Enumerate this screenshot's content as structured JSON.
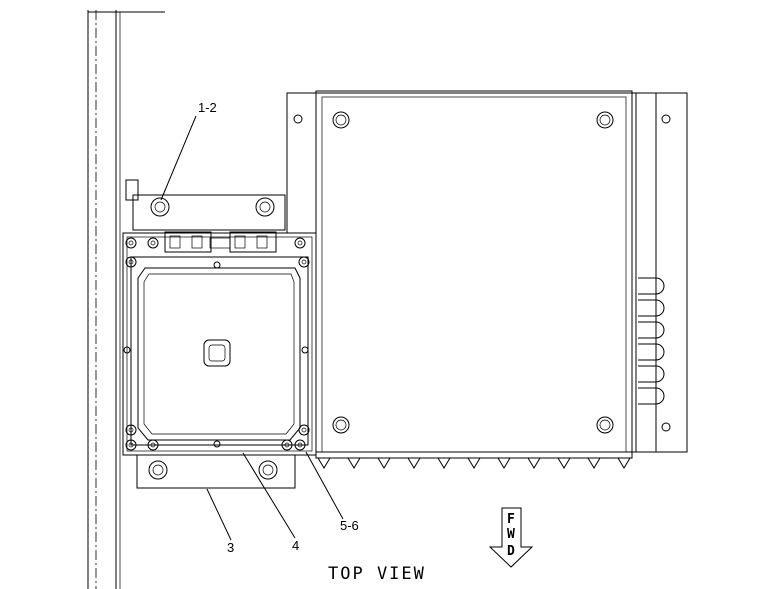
{
  "callouts": {
    "c1": "1-2",
    "c2": "3",
    "c3": "4",
    "c4": "5-6"
  },
  "view_title": "TOP VIEW",
  "direction": {
    "letters": [
      "F",
      "W",
      "D"
    ],
    "arrow_icon": "down-arrow-icon"
  }
}
